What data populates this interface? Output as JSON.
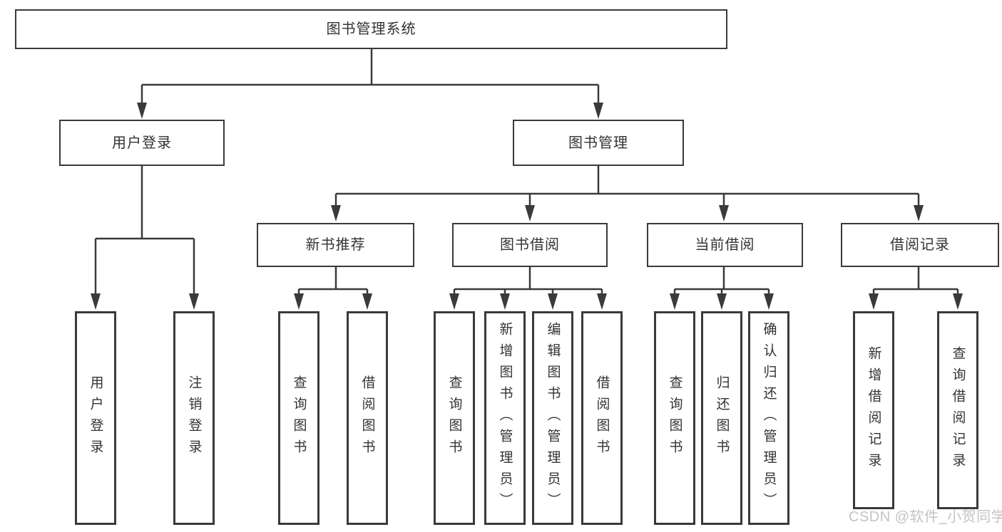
{
  "nodes": {
    "root": "图书管理系统",
    "user_login": "用户登录",
    "book_mgmt": "图书管理",
    "new_book_rec": "新书推荐",
    "book_borrow": "图书借阅",
    "current_borrow": "当前借阅",
    "borrow_records": "借阅记录",
    "leaf_user_login": "用户登录",
    "leaf_logout": "注销登录",
    "leaf_rec_query_books": "查询图书",
    "leaf_rec_borrow_books": "借阅图书",
    "leaf_bb_query_books": "查询图书",
    "leaf_bb_add_books": "新增图书（管理员）",
    "leaf_bb_edit_books": "编辑图书（管理员）",
    "leaf_bb_borrow_books": "借阅图书",
    "leaf_cb_query_books": "查询图书",
    "leaf_cb_return_books": "归还图书",
    "leaf_cb_confirm_return": "确认归还（管理员）",
    "leaf_br_add_record": "新增借阅记录",
    "leaf_br_query_record": "查询借阅记录"
  },
  "watermark": "CSDN @软件_小贺同学",
  "colors": {
    "line": "#3a3a3a",
    "text": "#333333",
    "watermark": "#c7c1c1",
    "background": "#ffffff"
  }
}
